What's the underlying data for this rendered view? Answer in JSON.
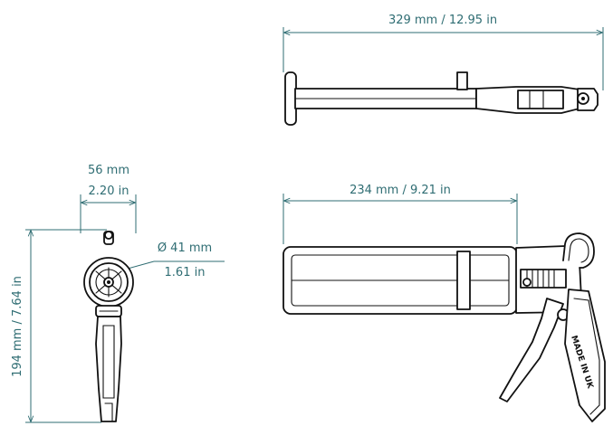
{
  "dimensions": {
    "overall_length": "329 mm / 12.95 in",
    "body_length": "234 mm / 9.21 in",
    "width_mm": "56 mm",
    "width_in": "2.20 in",
    "diameter_mm": "Ø 41 mm",
    "diameter_in": "1.61 in",
    "height": "194 mm / 7.64 in"
  },
  "stamp_text": "MADE IN UK",
  "colors": {
    "dimension": "#2f6d73",
    "outline": "#111111",
    "background": "#ffffff"
  }
}
